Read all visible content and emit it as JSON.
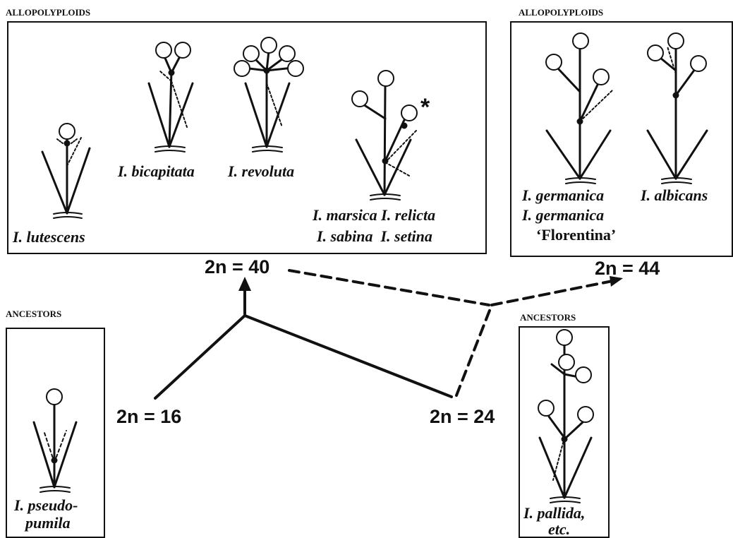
{
  "sections": {
    "allo_left": "ALLOPOLYPLOIDS",
    "allo_right": "ALLOPOLYPLOIDS",
    "anc_left": "ANCESTORS",
    "anc_right": "ANCESTORS"
  },
  "species": {
    "lutescens": "I. lutescens",
    "bicapitata": "I. bicapitata",
    "revoluta": "I. revoluta",
    "marsica_relicta": "I. marsica I. relicta",
    "sabina_setina": "I. sabina  I. setina",
    "germanica": "I. germanica",
    "germanica2": "I. germanica",
    "florentina": "‘Florentina’",
    "albicans": "I. albicans",
    "pseudo1": "I. pseudo-",
    "pseudo2": "pumila",
    "pallida1": "I. pallida,",
    "pallida2": "etc."
  },
  "chromosomes": {
    "c40": "2n = 40",
    "c44": "2n = 44",
    "c16": "2n = 16",
    "c24": "2n = 24"
  },
  "asterisk": "*"
}
